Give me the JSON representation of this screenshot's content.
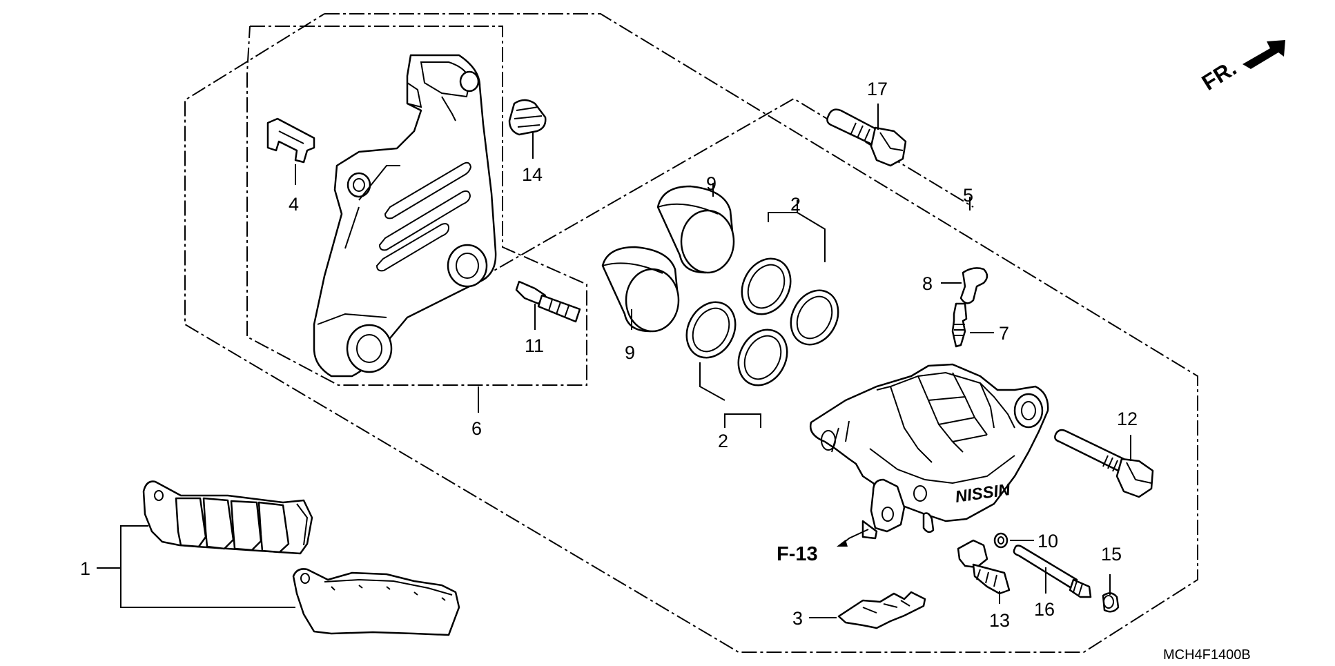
{
  "diagram": {
    "part_labels": {
      "p1": "1",
      "p2a": "2",
      "p2b": "2",
      "p3": "3",
      "p4": "4",
      "p5": "5",
      "p6": "6",
      "p7": "7",
      "p8": "8",
      "p9a": "9",
      "p9b": "9",
      "p10": "10",
      "p11": "11",
      "p12": "12",
      "p13": "13",
      "p14": "14",
      "p15": "15",
      "p16": "16",
      "p17": "17"
    },
    "front_indicator": "FR.",
    "reference": "F-13",
    "caliper_brand": "NISSIN",
    "diagram_code": "MCH4F1400B"
  }
}
